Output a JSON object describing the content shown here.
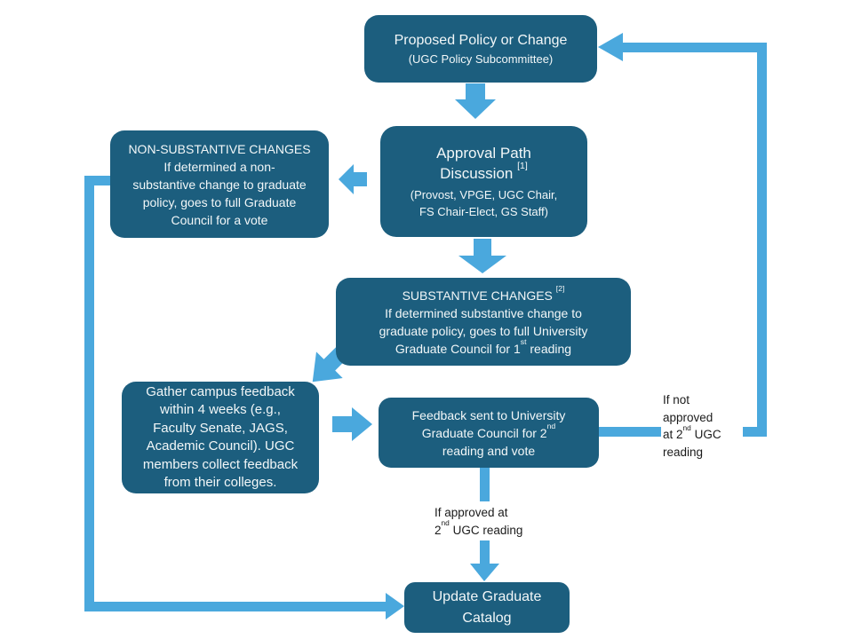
{
  "colors": {
    "background": "#FFFFFF",
    "node_fill": "#1C5E7E",
    "node_text": "#F2F7F8",
    "arrow": "#4AA8DD",
    "label_text": "#1B1B1B"
  },
  "nodes": {
    "proposed_policy": {
      "title": "Proposed Policy or Change",
      "subtitle": "(UGC Policy Subcommittee)"
    },
    "approval_path": {
      "title_line1": "Approval Path",
      "title_line2": "Discussion",
      "title_ref": "[1]",
      "subtitle_line1": "(Provost, VPGE, UGC Chair,",
      "subtitle_line2": "FS Chair-Elect, GS Staff)"
    },
    "non_substantive": {
      "lines": [
        "NON-SUBSTANTIVE CHANGES",
        "If determined a non-",
        "substantive change to graduate",
        "policy, goes to full Graduate",
        "Council for a vote"
      ]
    },
    "substantive": {
      "heading": "SUBSTANTIVE CHANGES",
      "heading_ref": "[2]",
      "line2": "If determined substantive change to",
      "line3": "graduate policy, goes to full University",
      "line4_before": "Graduate Council for 1",
      "line4_sup": "st",
      "line4_after": " reading"
    },
    "gather_feedback": {
      "lines": [
        "Gather campus feedback",
        "within 4 weeks (e.g.,",
        "Faculty Senate, JAGS,",
        "Academic Council). UGC",
        "members collect feedback",
        "from their colleges."
      ]
    },
    "feedback_sent": {
      "line1": "Feedback sent to University",
      "line2_before": "Graduate Council for 2",
      "line2_sup": "nd",
      "line3": "reading and vote"
    },
    "update_catalog": {
      "line1": "Update Graduate",
      "line2": "Catalog"
    }
  },
  "edge_labels": {
    "not_approved": {
      "line1": "If not",
      "line2": "approved",
      "line3_before": "at 2",
      "line3_sup": "nd",
      "line3_after": " UGC",
      "line4": "reading"
    },
    "approved": {
      "line1": "If approved at",
      "line2_before": "2",
      "line2_sup": "nd",
      "line2_after": " UGC reading"
    }
  }
}
